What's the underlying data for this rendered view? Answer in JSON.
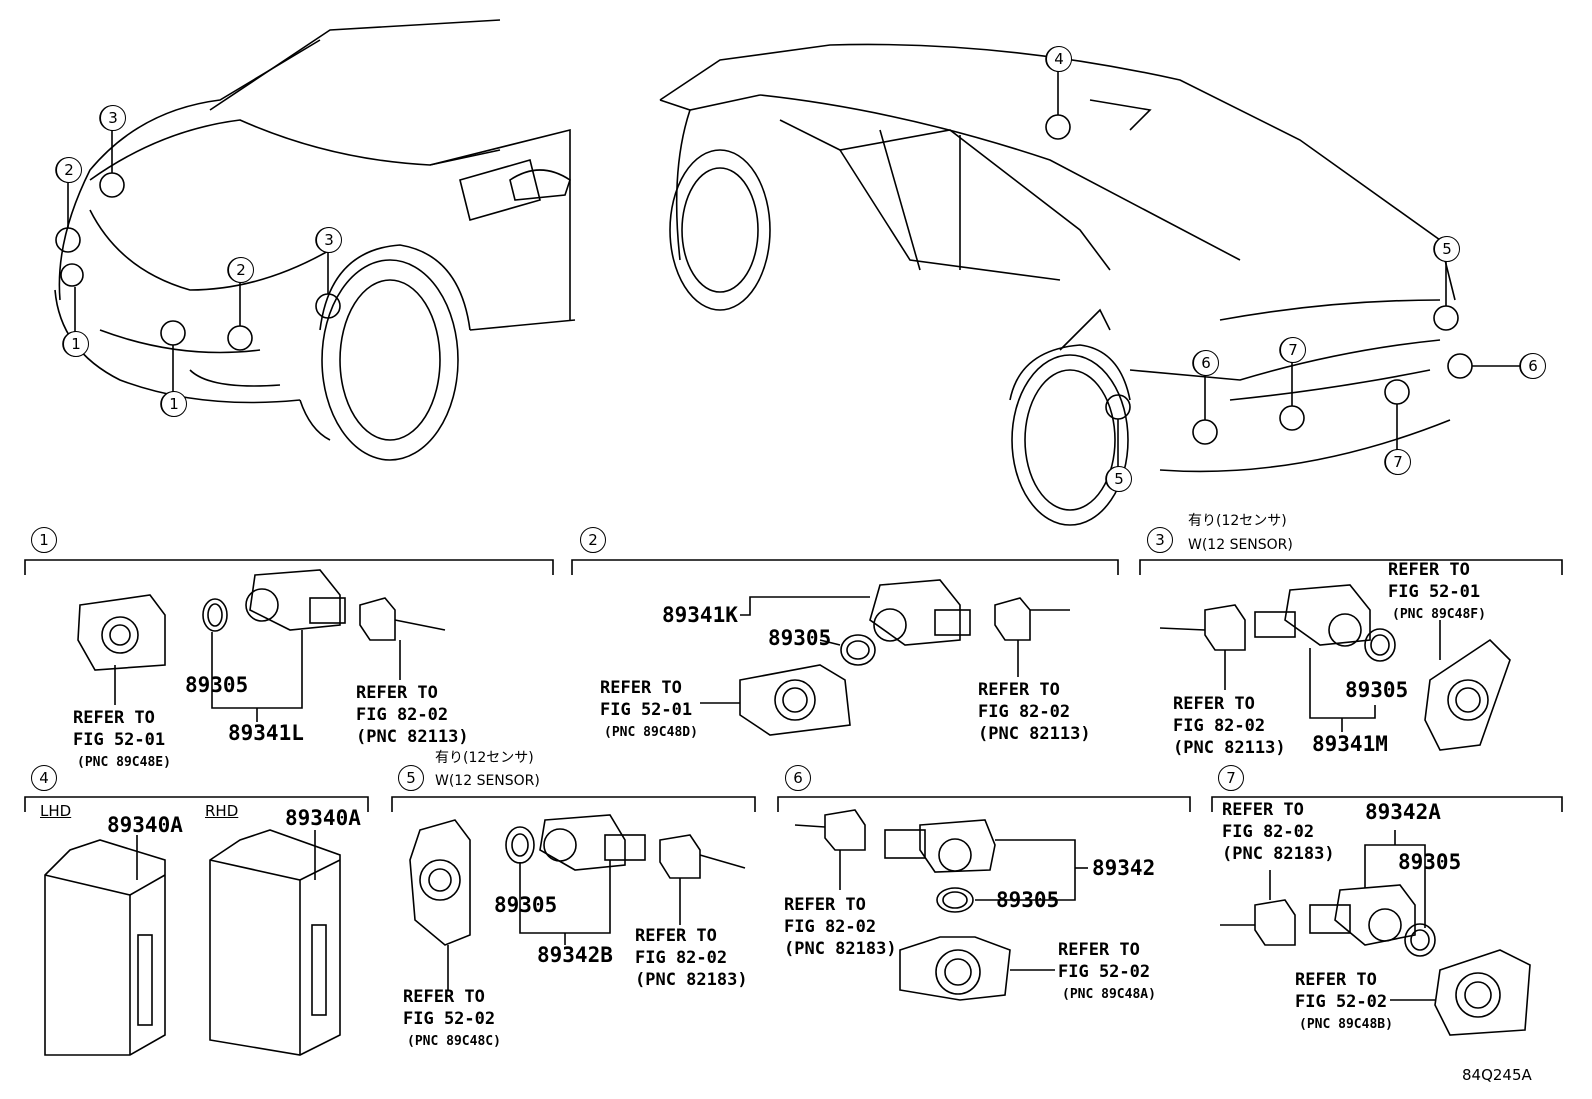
{
  "callouts_top": [
    "1",
    "1",
    "2",
    "2",
    "3",
    "3",
    "4",
    "5",
    "5",
    "6",
    "6",
    "7",
    "7"
  ],
  "sections": {
    "s1": {
      "num": "1",
      "parts": [
        "89305",
        "89341L"
      ],
      "ref_a": [
        "REFER TO",
        "FIG 52-01",
        "(PNC 89C48E)"
      ],
      "ref_b": [
        "REFER TO",
        "FIG 82-02",
        "(PNC 82113)"
      ]
    },
    "s2": {
      "num": "2",
      "parts": [
        "89341K",
        "89305"
      ],
      "ref_a": [
        "REFER TO",
        "FIG 52-01",
        "(PNC 89C48D)"
      ],
      "ref_b": [
        "REFER TO",
        "FIG 82-02",
        "(PNC 82113)"
      ]
    },
    "s3": {
      "num": "3",
      "note_jp": "有り(12センサ)",
      "note_en": "W(12 SENSOR)",
      "parts": [
        "89305",
        "89341M"
      ],
      "ref_a": [
        "REFER TO",
        "FIG 52-01",
        "(PNC 89C48F)"
      ],
      "ref_b": [
        "REFER TO",
        "FIG 82-02",
        "(PNC 82113)"
      ]
    },
    "s4": {
      "num": "4",
      "lhd": "LHD",
      "rhd": "RHD",
      "part_l": "89340A",
      "part_r": "89340A"
    },
    "s5": {
      "num": "5",
      "note_jp": "有り(12センサ)",
      "note_en": "W(12 SENSOR)",
      "parts": [
        "89305",
        "89342B"
      ],
      "ref_a": [
        "REFER TO",
        "FIG 52-02",
        "(PNC 89C48C)"
      ],
      "ref_b": [
        "REFER TO",
        "FIG 82-02",
        "(PNC 82183)"
      ]
    },
    "s6": {
      "num": "6",
      "parts": [
        "89342",
        "89305"
      ],
      "ref_a": [
        "REFER TO",
        "FIG 82-02",
        "(PNC 82183)"
      ],
      "ref_b": [
        "REFER TO",
        "FIG 52-02",
        "(PNC 89C48A)"
      ]
    },
    "s7": {
      "num": "7",
      "parts": [
        "89342A",
        "89305"
      ],
      "ref_a": [
        "REFER TO",
        "FIG 82-02",
        "(PNC 82183)"
      ],
      "ref_b": [
        "REFER TO",
        "FIG 52-02",
        "(PNC 89C48B)"
      ]
    }
  },
  "figure_code": "84Q245A"
}
